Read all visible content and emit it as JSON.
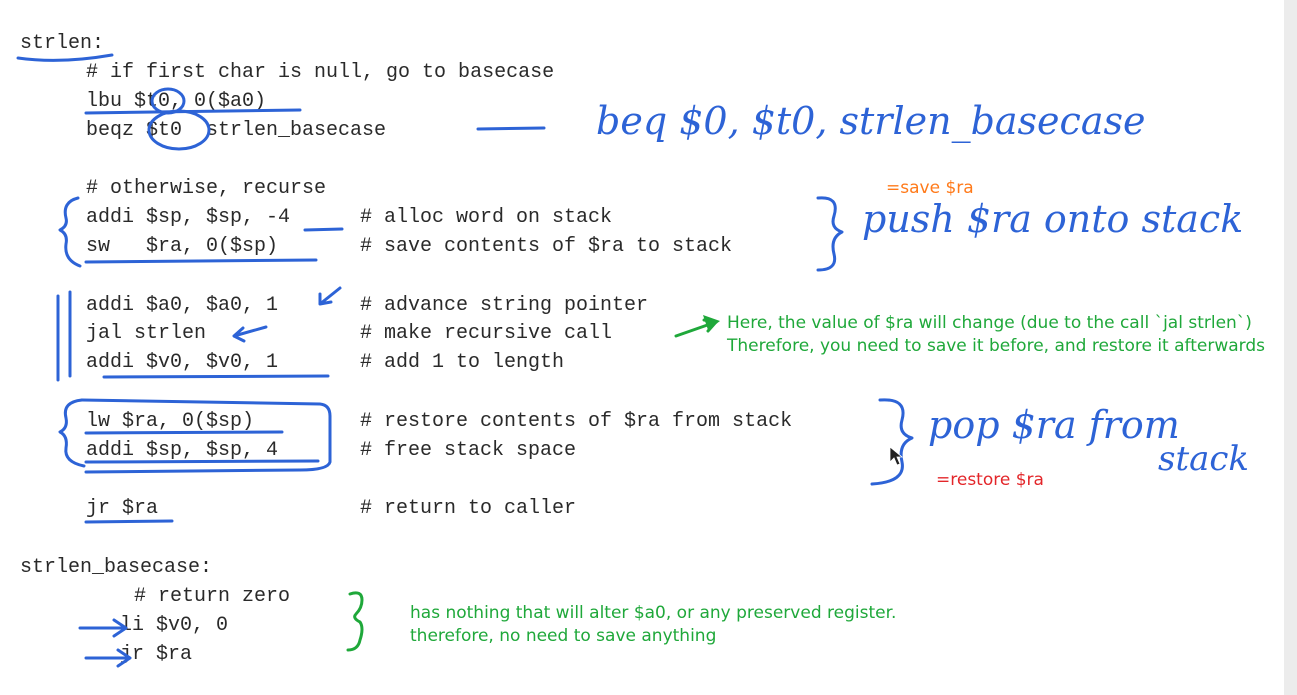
{
  "code": {
    "strlen_label": "strlen:",
    "comment_basecase": "# if first char is null, go to basecase",
    "lbu": "lbu $t0, 0($a0)",
    "beqz": "beqz $t0  strlen_basecase",
    "comment_recurse": "# otherwise, recurse",
    "addi_sp_minus": "addi $sp, $sp, -4",
    "addi_sp_minus_comment": "# alloc word on stack",
    "sw_ra": "sw   $ra, 0($sp)",
    "sw_ra_comment": "# save contents of $ra to stack",
    "addi_a0": "addi $a0, $a0, 1",
    "addi_a0_comment": "# advance string pointer",
    "jal": "jal strlen",
    "jal_comment": "# make recursive call",
    "addi_v0": "addi $v0, $v0, 1",
    "addi_v0_comment": "# add 1 to length",
    "lw_ra": "lw $ra, 0($sp)",
    "lw_ra_comment": "# restore contents of $ra from stack",
    "addi_sp_plus": "addi $sp, $sp, 4",
    "addi_sp_plus_comment": "# free stack space",
    "jr": "jr $ra",
    "jr_comment": "# return to caller",
    "basecase_label": "strlen_basecase:",
    "comment_zero": "# return zero",
    "li": "li $v0, 0",
    "jr_base": "jr $ra"
  },
  "annotations": {
    "beq_note": "beq $0, $t0, strlen_basecase",
    "save_ra": "=save $ra",
    "push_note": "push $ra onto stack",
    "ra_change_line1": "Here, the value of $ra will change (due to the call `jal strlen`)",
    "ra_change_line2": "Therefore, you need to save it before, and restore it afterwards",
    "pop_note_1": "pop $ra from",
    "pop_note_2": "stack",
    "restore_ra": "=restore $ra",
    "base_note_line1": "has nothing that will alter $a0, or any preserved register.",
    "base_note_line2": "therefore, no need to save anything"
  },
  "colors": {
    "code": "#2a2a2a",
    "ink_blue": "#2d63d6",
    "note_green": "#1fa83a",
    "note_orange": "#ff7a1a",
    "note_red": "#e3262a"
  }
}
